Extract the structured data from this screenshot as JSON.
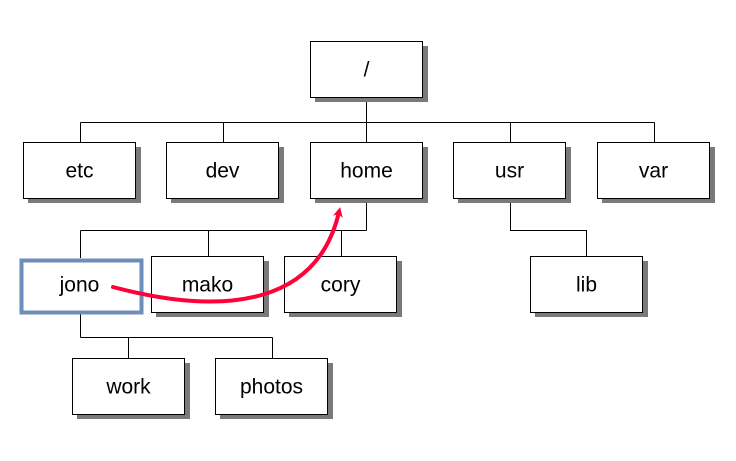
{
  "diagram": {
    "colors": {
      "box_fill": "#ffffff",
      "box_border": "#000000",
      "box_shadow": "#7a7a7a",
      "connector": "#000000",
      "highlight_border": "#6d8ebb",
      "arrow": "#ff0038"
    },
    "nodes": {
      "root": "/",
      "etc": "etc",
      "dev": "dev",
      "home": "home",
      "usr": "usr",
      "var": "var",
      "jono": "jono",
      "mako": "mako",
      "cory": "cory",
      "lib": "lib",
      "work": "work",
      "photos": "photos"
    },
    "tree": [
      [
        "root",
        "etc"
      ],
      [
        "root",
        "dev"
      ],
      [
        "root",
        "home"
      ],
      [
        "root",
        "usr"
      ],
      [
        "root",
        "var"
      ],
      [
        "home",
        "jono"
      ],
      [
        "home",
        "mako"
      ],
      [
        "home",
        "cory"
      ],
      [
        "usr",
        "lib"
      ],
      [
        "jono",
        "work"
      ],
      [
        "jono",
        "photos"
      ]
    ],
    "highlighted_node": "jono",
    "arrow": {
      "from": "jono",
      "to": "home"
    }
  }
}
